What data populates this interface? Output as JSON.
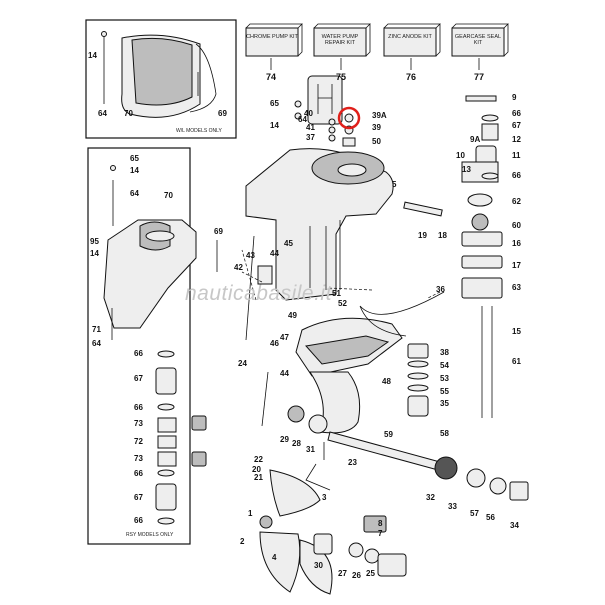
{
  "watermark": "nauticabasile.it",
  "insets": {
    "top_caption": "W/L MODELS ONLY",
    "bottom_caption": "RSY MODELS ONLY"
  },
  "kits": [
    {
      "label": "CHROME PUMP KIT",
      "number": "74"
    },
    {
      "label": "WATER PUMP REPAIR KIT",
      "number": "75"
    },
    {
      "label": "ZINC ANODE KIT",
      "number": "76"
    },
    {
      "label": "GEARCASE SEAL KIT",
      "number": "77"
    }
  ],
  "highlight": {
    "part": "39A",
    "color": "#e0201b"
  },
  "callouts": {
    "top_inset": [
      "14",
      "64",
      "70",
      "69"
    ],
    "left_column": [
      "65",
      "14",
      "64",
      "70",
      "69",
      "95",
      "14",
      "71",
      "64",
      "66",
      "67",
      "66",
      "73",
      "72",
      "73",
      "66",
      "67",
      "66"
    ],
    "upper_center": [
      "65",
      "14",
      "64",
      "40",
      "41",
      "37",
      "39A",
      "39",
      "50"
    ],
    "right_column": [
      "9",
      "66",
      "67",
      "9A",
      "12",
      "10",
      "11",
      "13",
      "66",
      "62",
      "60",
      "16",
      "17",
      "63",
      "15",
      "61",
      "38",
      "54",
      "53",
      "55",
      "35",
      "58"
    ],
    "center": [
      "5",
      "19",
      "18",
      "43",
      "45",
      "42",
      "44",
      "36",
      "51",
      "52",
      "49",
      "47",
      "46",
      "24",
      "44",
      "48"
    ],
    "lower": [
      "29",
      "28",
      "31",
      "59",
      "22",
      "20",
      "21",
      "23",
      "3",
      "32",
      "33",
      "57",
      "56",
      "34",
      "1",
      "2",
      "4",
      "30",
      "27",
      "26",
      "25",
      "8",
      "7"
    ]
  }
}
